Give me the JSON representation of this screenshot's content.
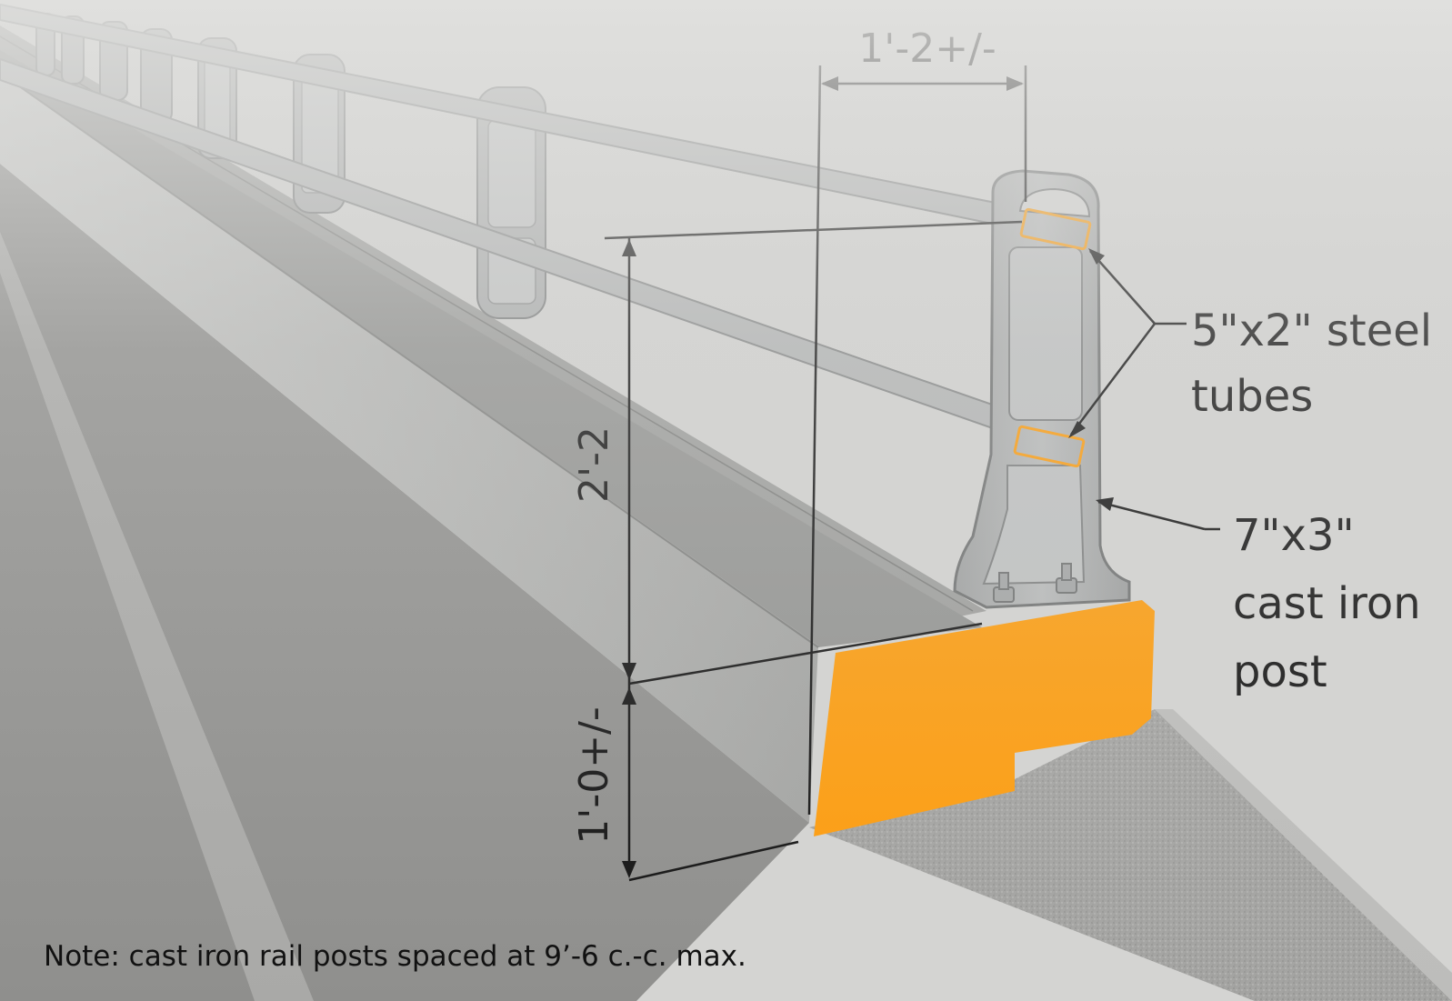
{
  "dimensions": {
    "post_offset": "1'-2+/-",
    "rail_height": "2'-2",
    "curb_height": "1'-0+/-"
  },
  "callouts": {
    "tubes_line1": "5\"x2\" steel",
    "tubes_line2": "tubes",
    "post_line1": "7\"x3\"",
    "post_line2": "cast iron",
    "post_line3": "post"
  },
  "note": "Note: cast iron rail posts spaced at 9’-6 c.-c. max.",
  "colors": {
    "highlight": "#ff9c0a",
    "background": "#d4d4d2",
    "road": "#8d8d8b",
    "concrete": "#a9aaa8",
    "steel": "#b1b3b3"
  }
}
